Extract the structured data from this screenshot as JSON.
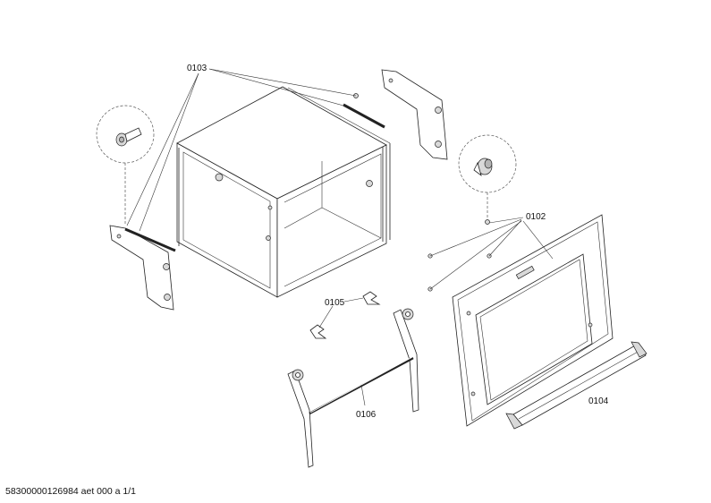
{
  "labels": {
    "p0103": "0103",
    "p0102": "0102",
    "p0105": "0105",
    "p0106": "0106",
    "p0104": "0104"
  },
  "footer": "58300000126984 aet 000 a 1/1"
}
